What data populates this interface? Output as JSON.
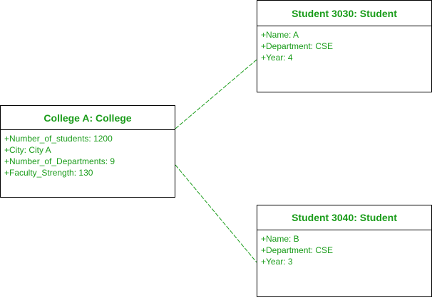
{
  "diagram": {
    "line_color": "#1a9c1a",
    "text_color": "#1a9c1a",
    "objects": [
      {
        "id": "college",
        "title": "College A: College",
        "attributes": [
          "+Number_of_students: 1200",
          "+City: City A",
          "+Number_of_Departments: 9",
          "+Faculty_Strength: 130"
        ]
      },
      {
        "id": "s3030",
        "title": "Student 3030: Student",
        "attributes": [
          "+Name: A",
          "+Department: CSE",
          "+Year: 4"
        ]
      },
      {
        "id": "s3040",
        "title": "Student 3040: Student",
        "attributes": [
          "+Name: B",
          "+Department: CSE",
          "+Year: 3"
        ]
      }
    ],
    "links": [
      {
        "from": "college",
        "to": "s3030",
        "style": "dashed"
      },
      {
        "from": "college",
        "to": "s3040",
        "style": "dashed"
      }
    ]
  }
}
